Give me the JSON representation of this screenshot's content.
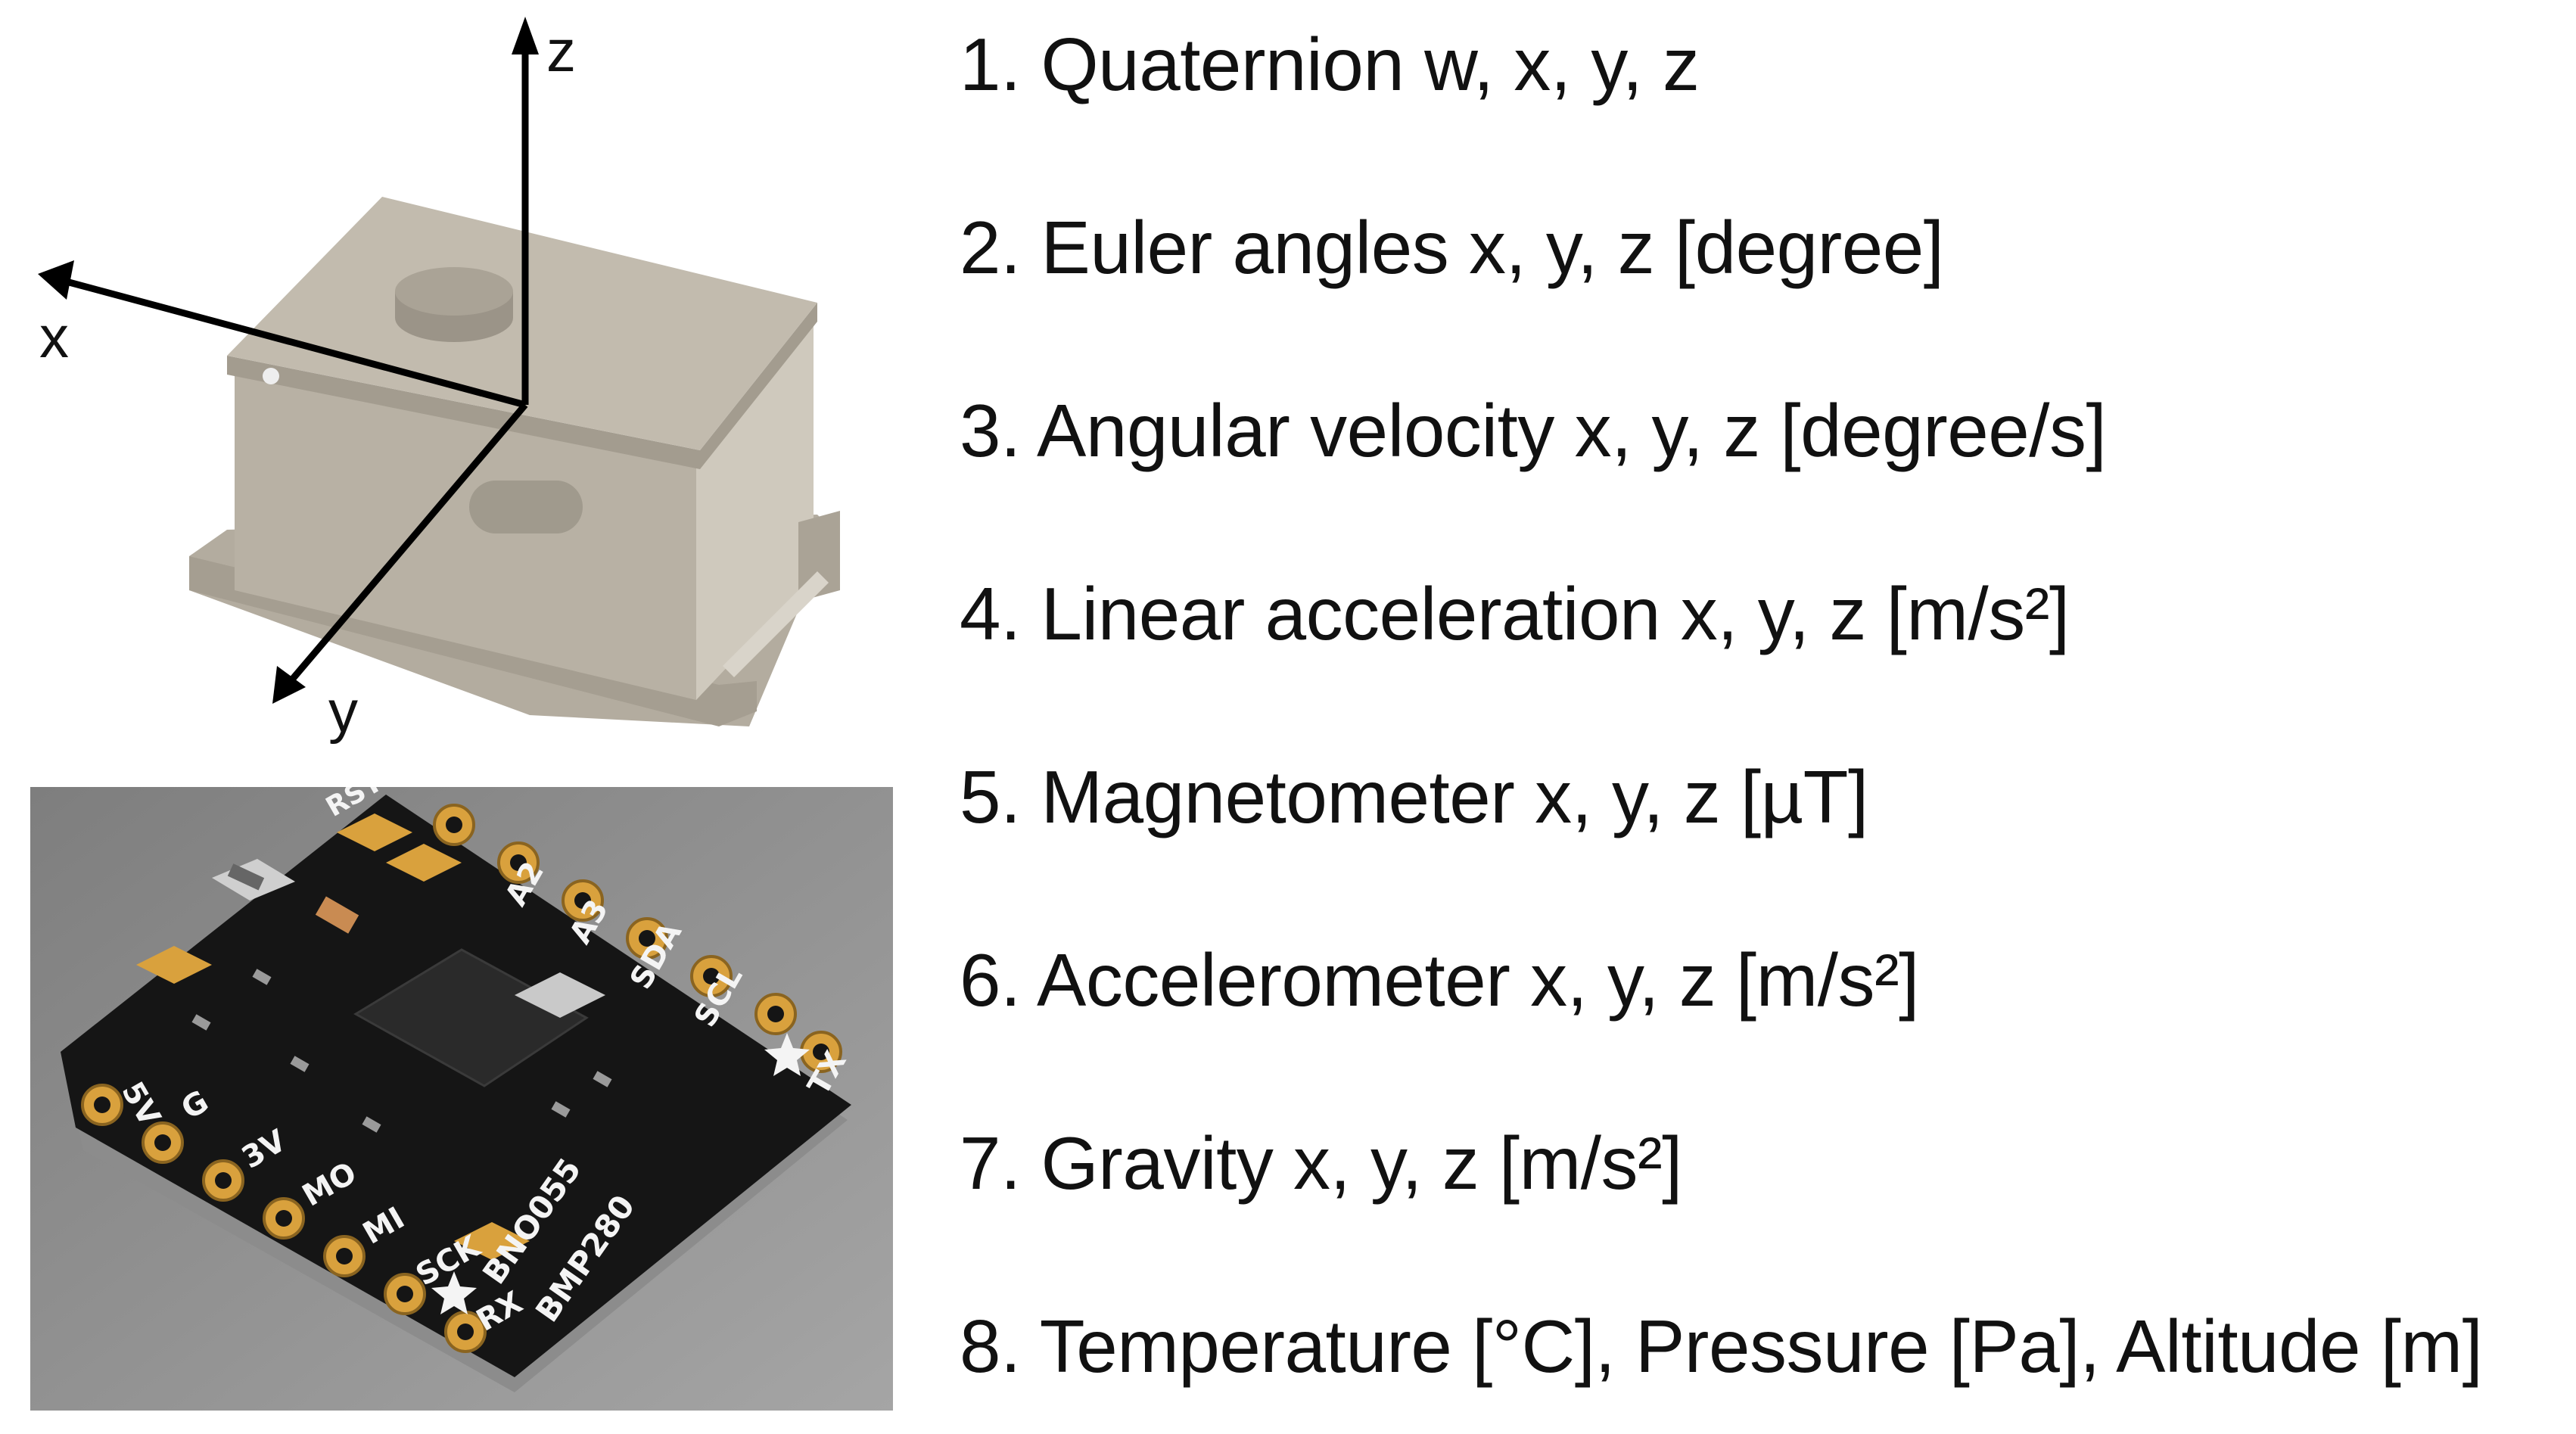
{
  "axes": {
    "x": "x",
    "y": "y",
    "z": "z"
  },
  "measurements": [
    "1. Quaternion w, x, y, z",
    "2. Euler angles x, y, z [degree]",
    "3. Angular velocity x, y, z [degree/s]",
    "4. Linear acceleration x, y, z [m/s²]",
    "5. Magnetometer x, y, z [µT]",
    "6. Accelerometer x, y, z [m/s²]",
    "7. Gravity x, y, z [m/s²]",
    "8. Temperature [°C], Pressure [Pa], Altitude [m]"
  ],
  "board": {
    "pins_left": [
      "5V",
      "G",
      "3V",
      "MO",
      "MI",
      "SCK",
      "RX"
    ],
    "pins_right": [
      "RST",
      "A2",
      "A3",
      "SDA",
      "SCL",
      "TX"
    ],
    "chip_labels": [
      "BNO055",
      "BMP280"
    ]
  },
  "colors": {
    "housing": "#b7b0a3",
    "housing_dark": "#9d968a",
    "housing_light": "#cdc7bb",
    "pcb": "#151515",
    "gold": "#d9a13d",
    "photo_background": "#8d8d8d"
  }
}
